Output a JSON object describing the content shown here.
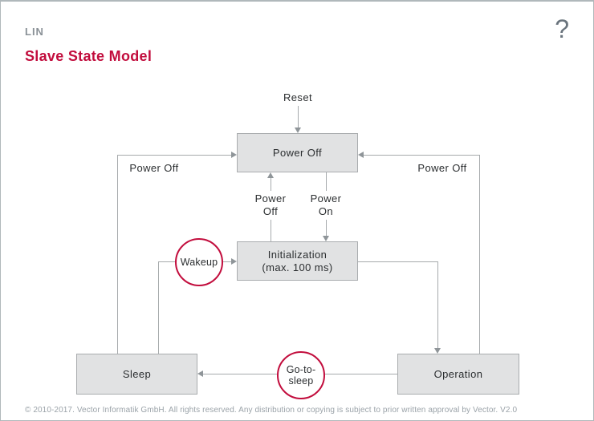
{
  "header": {
    "product": "LIN",
    "title": "Slave State Model",
    "help_icon": "?"
  },
  "colors": {
    "accent_red": "#c20d3d",
    "box_fill": "#e1e2e3",
    "box_border": "#a9acae",
    "line_gray": "#a6aaac",
    "text_dark": "#2b2e30",
    "product_gray": "#8a9197",
    "footer_gray": "#9ba3a9"
  },
  "diagram": {
    "states": [
      {
        "label": "Power Off"
      },
      {
        "label": "Initialization",
        "sublabel": "(max. 100 ms)"
      },
      {
        "label": "Sleep"
      },
      {
        "label": "Operation"
      }
    ],
    "events": [
      {
        "label": "Wakeup"
      },
      {
        "line1": "Go-to-",
        "line2": "sleep"
      }
    ],
    "labels": {
      "reset": "Reset",
      "power_off_left": "Power Off",
      "power_off_right": "Power Off",
      "power_off_mid_1": "Power",
      "power_off_mid_2": "Off",
      "power_on_mid_1": "Power",
      "power_on_mid_2": "On"
    }
  },
  "footer": {
    "copyright": "© 2010-2017. Vector Informatik GmbH. All rights reserved. Any distribution or copying is subject to prior written approval by Vector. V2.0"
  }
}
